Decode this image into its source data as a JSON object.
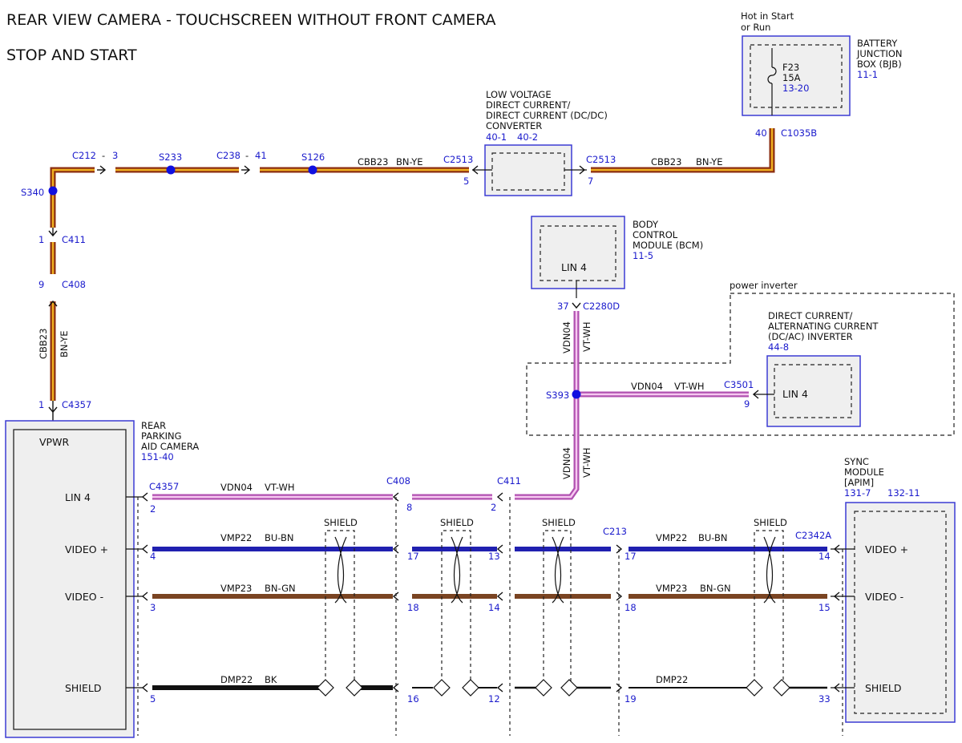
{
  "title": {
    "line1": "REAR VIEW CAMERA - TOUCHSCREEN WITHOUT FRONT CAMERA",
    "line2": "STOP AND START"
  },
  "bjb": {
    "hot_line1": "Hot in Start",
    "hot_line2": "or Run",
    "name_line1": "BATTERY",
    "name_line2": "JUNCTION",
    "name_line3": "BOX (BJB)",
    "ref": "11-1",
    "fuse": "F23",
    "amps": "15A",
    "fuse_ref": "13-20",
    "pin": "40",
    "connector": "C1035B"
  },
  "dcdc": {
    "line1": "LOW VOLTAGE",
    "line2": "DIRECT CURRENT/",
    "line3": "DIRECT CURRENT (DC/DC)",
    "line4": "CONVERTER",
    "ref1": "40-1",
    "ref2": "40-2",
    "left_connector": "C2513",
    "left_pin": "5",
    "right_connector": "C2513",
    "right_pin": "7"
  },
  "bcm": {
    "line1": "BODY",
    "line2": "CONTROL",
    "line3": "MODULE (BCM)",
    "ref": "11-5",
    "pin_label": "LIN 4",
    "pin": "37",
    "connector": "C2280D"
  },
  "inverter": {
    "group_label": "power inverter",
    "line1": "DIRECT CURRENT/",
    "line2": "ALTERNATING CURRENT",
    "line3": "(DC/AC) INVERTER",
    "ref": "44-8",
    "pin_label": "LIN 4",
    "connector": "C3501",
    "pin": "9"
  },
  "camera": {
    "line1": "REAR",
    "line2": "PARKING",
    "line3": "AID CAMERA",
    "ref": "151-40",
    "pins": [
      "VPWR",
      "LIN 4",
      "VIDEO +",
      "VIDEO -",
      "SHIELD"
    ],
    "connector": "C4357",
    "pin_numbers": [
      "2",
      "4",
      "3",
      "5"
    ]
  },
  "sync": {
    "line1": "SYNC",
    "line2": "MODULE",
    "line3": "[APIM]",
    "ref1": "131-7",
    "ref2": "132-11",
    "pins": [
      "VIDEO +",
      "VIDEO -",
      "SHIELD"
    ],
    "connector": "C2342A",
    "pin_numbers": [
      "14",
      "15",
      "33"
    ]
  },
  "power_circuit": {
    "code": "CBB23",
    "color": "BN-YE",
    "c212": "C212",
    "c212_pin": "3",
    "s233": "S233",
    "c238": "C238",
    "c238_pin": "41",
    "s126": "S126",
    "s340": "S340",
    "c411": "C411",
    "c411_pin": "1",
    "c408": "C408",
    "c408_pin": "9",
    "c4357": "C4357",
    "c4357_pin": "1",
    "dash": "-"
  },
  "lin_circuit": {
    "code": "VDN04",
    "color": "VT-WH",
    "splice": "S393",
    "c408": "C408",
    "c408_pin": "8",
    "c411": "C411",
    "c411_pin": "2"
  },
  "video_plus": {
    "code": "VMP22",
    "color": "BU-BN",
    "c213": "C213",
    "pins": [
      "17",
      "13",
      "17"
    ]
  },
  "video_minus": {
    "code": "VMP23",
    "color": "BN-GN",
    "pins": [
      "18",
      "14",
      "18"
    ]
  },
  "shield_circuit": {
    "code": "DMP22",
    "color": "BK",
    "pins": [
      "16",
      "12",
      "19"
    ],
    "label": "SHIELD"
  },
  "colors": {
    "power_outer": "#8b2d10",
    "power_inner": "#f0b020",
    "lin_outer": "#b050b0",
    "lin_inner": "#f6c8f0",
    "video_plus": "#2020b0",
    "video_minus": "#7a4422",
    "shield": "#111111",
    "connector_blue": "#1a1acc",
    "splice": "#1010e0"
  }
}
